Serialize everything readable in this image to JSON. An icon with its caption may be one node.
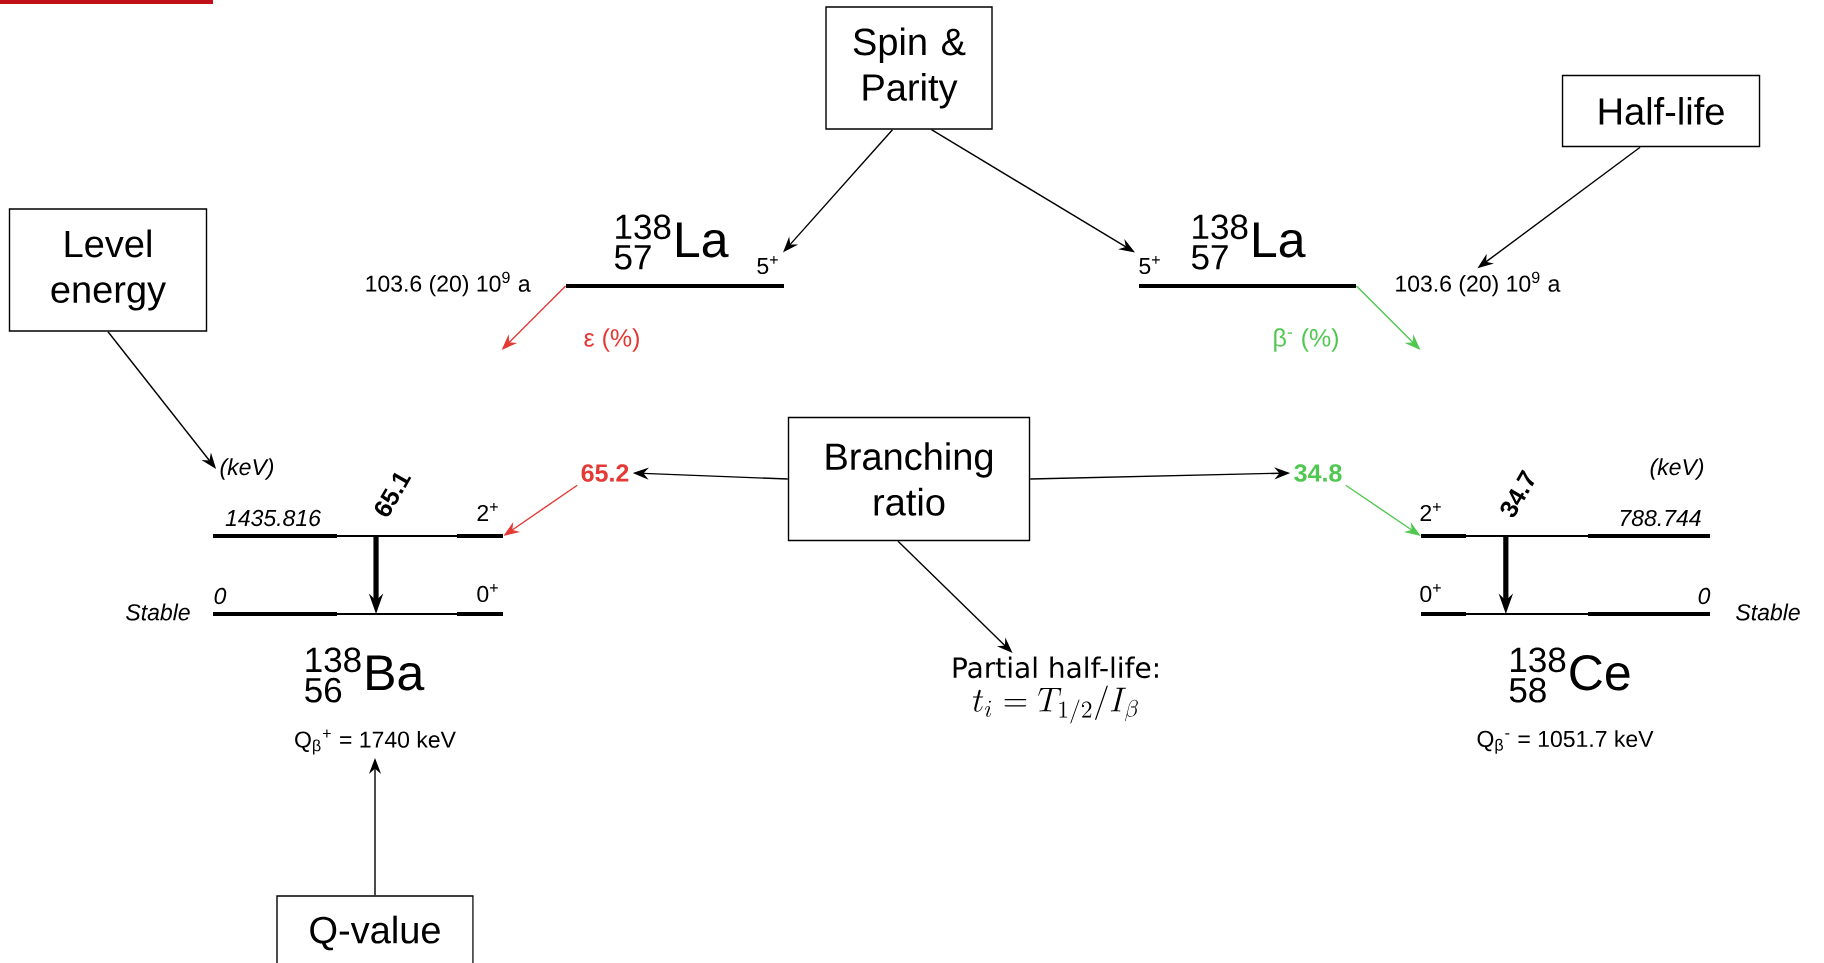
{
  "diagram": {
    "nodes": [
      {
        "text": [
          "Spin & Parity"
        ]
      },
      {
        "text": [
          "Half-life"
        ]
      },
      {
        "text": [
          "Level energy"
        ]
      },
      {
        "text": [
          "Branching ratio"
        ]
      },
      {
        "text": [
          "Q-value"
        ]
      },
      {
        "text": [
          "Partial half-life:",
          "t_i = T_{1/2}/I_{\\beta}"
        ]
      },
      {
        "text": [
          "5$^{+}$"
        ]
      },
      {
        "text": [
          "5$^{+}$"
        ]
      },
      {
        "text": [
          "103.6 (20) 10$^{9}$ a"
        ]
      },
      {
        "text": [
          "(keV)"
        ]
      },
      {
        "text": [
          "65.2"
        ]
      },
      {
        "text": [
          "34.8"
        ]
      },
      {
        "text": [
          "Q$_{β}$$^{+}$ = 1740 keV"
        ]
      },
      {
        "text": [],
        "shape": "bar",
        "beside": [
          "103.6 (20) 10$^{9}$ a",
          "{}^{\\mathrm{138}}_{\\mathrm{57}}\\mathrm{La}"
        ]
      },
      {
        "text": [],
        "shape": "bar",
        "beside": [
          "{}^{\\mathrm{138}}_{\\mathrm{57}}\\mathrm{La}"
        ]
      },
      {
        "text": [],
        "shape": "bar",
        "beside": [
          "1435.816",
          "2$^{+}$"
        ]
      },
      {
        "text": [],
        "shape": "bar",
        "beside": [
          "Stable",
          "0",
          "0$^{+}$"
        ]
      },
      {
        "text": [],
        "shape": "bar",
        "beside": [
          "2$^{+}$",
          "788.744"
        ]
      },
      {
        "text": [],
        "shape": "bar",
        "beside": [
          "0$^{+}$",
          "0",
          "Stable"
        ]
      }
    ],
    "edges": [
      {
        "from": 0,
        "to": 6,
        "arrow": "to"
      },
      {
        "from": 0,
        "to": 7,
        "arrow": "to"
      },
      {
        "from": 1,
        "to": 8,
        "arrow": "to"
      },
      {
        "from": 2,
        "to": 9,
        "arrow": "to"
      },
      {
        "from": 3,
        "to": 10,
        "arrow": "to"
      },
      {
        "from": 3,
        "to": 11,
        "arrow": "to"
      },
      {
        "from": 3,
        "to": 5,
        "arrow": "to"
      },
      {
        "from": 4,
        "to": 12,
        "arrow": "to"
      },
      {
        "from": 13,
        "to": null,
        "arrow": "to",
        "label": "ε (%)",
        "color": "#e53935"
      },
      {
        "from": 14,
        "to": null,
        "arrow": "to",
        "label": "β$^{-}$ (%)",
        "color": "#50c850"
      },
      {
        "from": 10,
        "to": 15,
        "arrow": "to",
        "color": "#e53935"
      },
      {
        "from": 11,
        "to": 17,
        "arrow": "to",
        "color": "#50c850"
      },
      {
        "from": 15,
        "to": 16,
        "arrow": "to",
        "style": "thick",
        "label": "65.1"
      },
      {
        "from": 17,
        "to": 18,
        "arrow": "to",
        "style": "thick",
        "label": "34.7"
      }
    ],
    "labels": [
      "(keV)",
      "{}^{\\mathrm{138}}_{\\mathrm{56}}\\mathrm{Ba}",
      "{}^{\\mathrm{138}}_{\\mathrm{58}}\\mathrm{Ce}",
      "Q$_{β}$$^{-}$ = 1051.7 keV"
    ]
  }
}
